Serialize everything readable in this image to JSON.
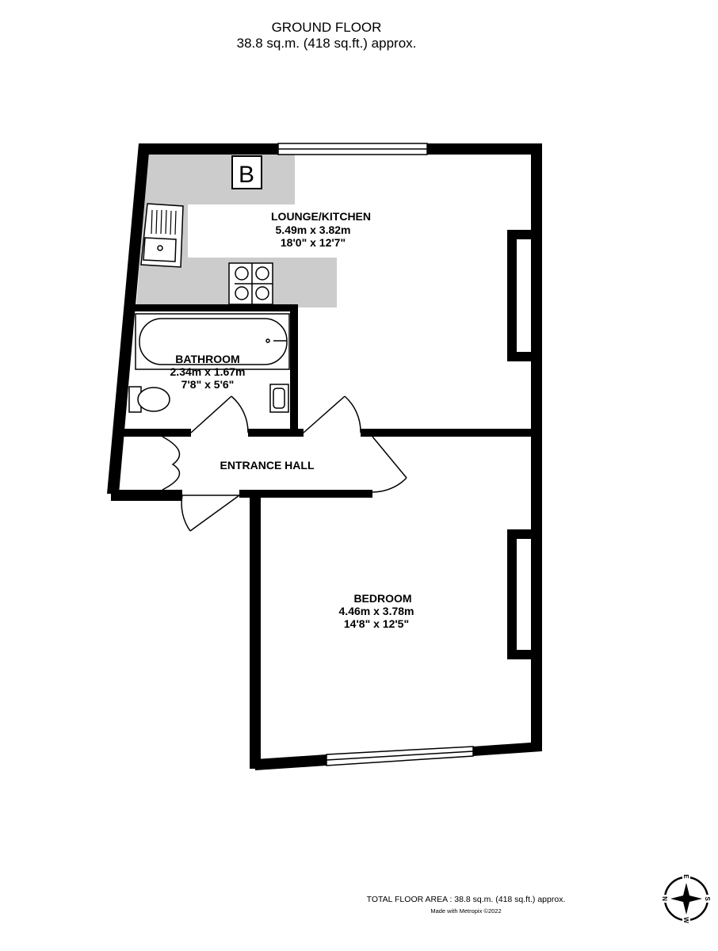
{
  "header": {
    "floor": "GROUND FLOOR",
    "area": "38.8 sq.m. (418 sq.ft.) approx."
  },
  "rooms": [
    {
      "name": "LOUNGE/KITCHEN",
      "metric": "5.49m  x 3.82m",
      "imperial": "18'0\"  x 12'7\""
    },
    {
      "name": "BATHROOM",
      "metric": "2.34m  x 1.67m",
      "imperial": "7'8\"  x 5'6\""
    },
    {
      "name": "ENTRANCE HALL"
    },
    {
      "name": "BEDROOM",
      "metric": "4.46m  x 3.78m",
      "imperial": "14'8\"  x 12'5\""
    }
  ],
  "boiler_label": "B",
  "footer": {
    "total": "TOTAL FLOOR AREA : 38.8 sq.m. (418 sq.ft.) approx.",
    "credit": "Made with Metropix ©2022"
  },
  "compass": {
    "n": "N",
    "e": "E",
    "s": "S",
    "w": "W"
  },
  "colors": {
    "wall": "#000000",
    "kitchen_units": "#cccccc"
  }
}
